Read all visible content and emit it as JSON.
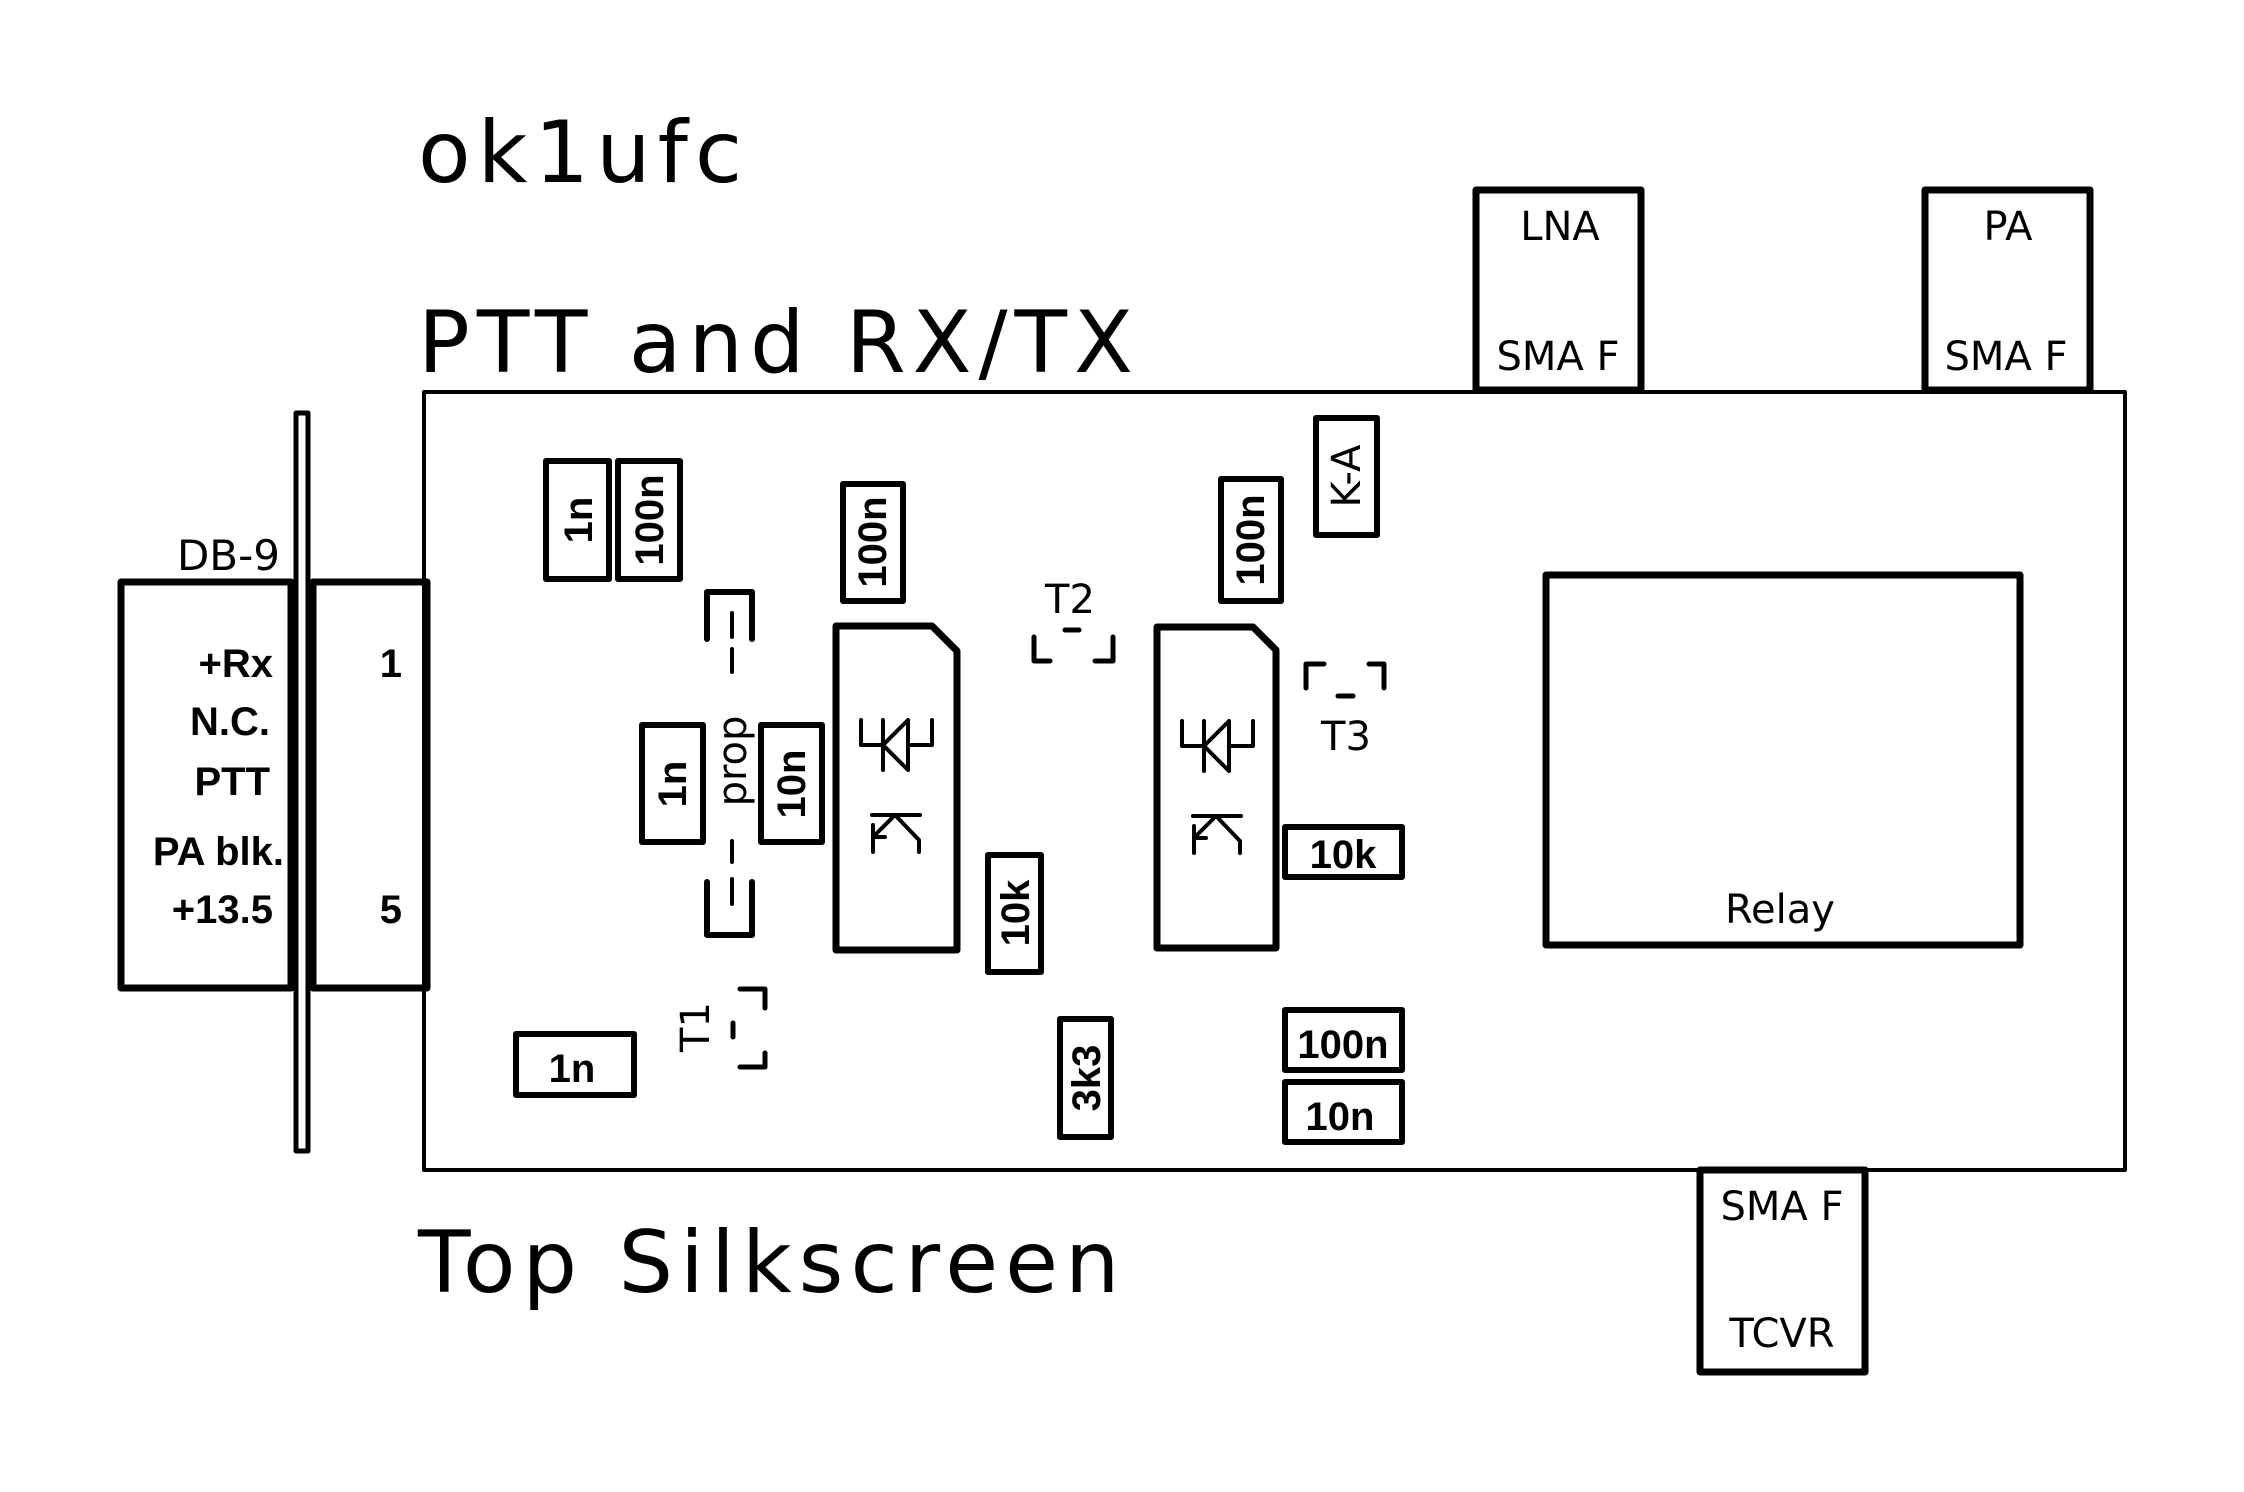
{
  "header": {
    "author": "ok1ufc",
    "board_title": "PTT and RX/TX",
    "layer_label": "Top Silkscreen"
  },
  "db9": {
    "label": "DB-9",
    "signals": [
      "+Rx",
      "N.C.",
      "PTT",
      "PA blk.",
      "+13.5"
    ],
    "pin_first": "1",
    "pin_last": "5"
  },
  "connectors": {
    "lna": {
      "name": "LNA",
      "type": "SMA F"
    },
    "pa": {
      "name": "PA",
      "type": "SMA F"
    },
    "tcvr": {
      "name": "TCVR",
      "type": "SMA F"
    }
  },
  "relay": {
    "label": "Relay"
  },
  "components": {
    "c_1n_top": "1n",
    "c_100n_top_left": "100n",
    "c_100n_top_mid": "100n",
    "c_100n_top_right": "100n",
    "diode_ka": "K-A",
    "c_1n_mid": "1n",
    "c_10n_mid": "10n",
    "prop_label": "prop",
    "r_10k_vertical": "10k",
    "r_10k_horizontal": "10k",
    "c_1n_bottom": "1n",
    "r_3k3": "3k3",
    "c_100n_bottom": "100n",
    "c_10n_bottom": "10n",
    "t1": "T1",
    "t2": "T2",
    "t3": "T3"
  }
}
